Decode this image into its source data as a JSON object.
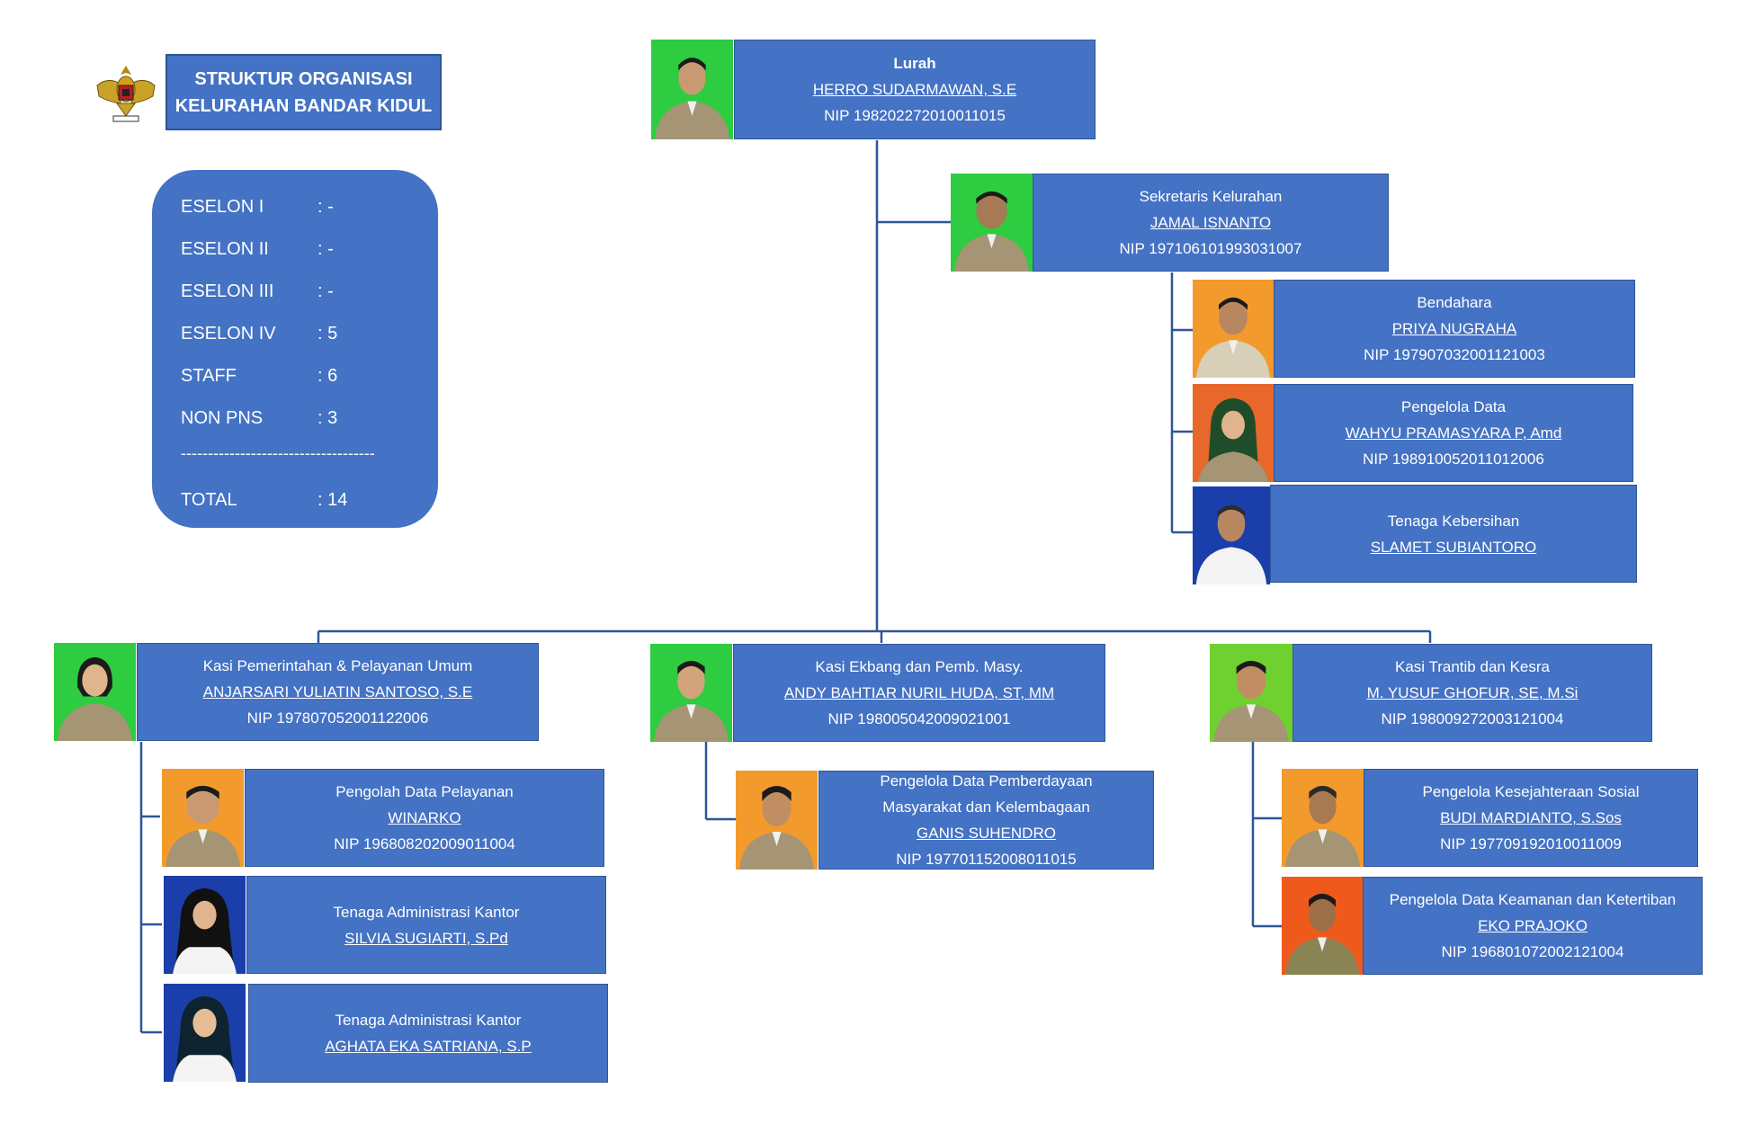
{
  "header": {
    "title_line1": "STRUKTUR ORGANISASI",
    "title_line2": "KELURAHAN BANDAR KIDUL",
    "emblem_icon": "garuda-emblem-icon"
  },
  "summary": {
    "rows": [
      {
        "label": "ESELON I",
        "value": ": -"
      },
      {
        "label": "ESELON II",
        "value": ": -"
      },
      {
        "label": "ESELON III",
        "value": ": -"
      },
      {
        "label": "ESELON IV",
        "value": ": 5"
      },
      {
        "label": "STAFF",
        "value": ": 6"
      },
      {
        "label": "NON PNS",
        "value": ": 3"
      }
    ],
    "divider": "------------------------------------",
    "total_label": "TOTAL",
    "total_value": ": 14"
  },
  "colors": {
    "box": "#4472c4",
    "box_border": "#2f5597",
    "line": "#2f5597",
    "bg_green": "#2ecc40",
    "bg_orange": "#f39a2c",
    "bg_blue": "#1b3faa"
  },
  "people": {
    "lurah": {
      "role": "Lurah",
      "name": "HERRO SUDARMAWAN, S.E",
      "nip": "NIP 198202272010011015"
    },
    "sekretaris": {
      "role": "Sekretaris Kelurahan",
      "name": "JAMAL ISNANTO",
      "nip": "NIP 197106101993031007"
    },
    "bendahara": {
      "role": "Bendahara",
      "name": "PRIYA NUGRAHA",
      "nip": "NIP 197907032001121003"
    },
    "pengelola_data": {
      "role": "Pengelola Data",
      "name": "WAHYU PRAMASYARA P, Amd",
      "nip": "NIP 198910052011012006"
    },
    "kebersihan": {
      "role": "Tenaga Kebersihan",
      "name": "SLAMET SUBIANTORO"
    },
    "kasi_pem": {
      "role": "Kasi Pemerintahan & Pelayanan Umum",
      "name": "ANJARSARI YULIATIN SANTOSO, S.E",
      "nip": "NIP 197807052001122006"
    },
    "kasi_ekbang": {
      "role": "Kasi Ekbang dan Pemb. Masy.",
      "name": "ANDY BAHTIAR NURIL HUDA, ST, MM",
      "nip": "NIP 198005042009021001"
    },
    "kasi_trantib": {
      "role": "Kasi Trantib dan Kesra",
      "name": "M. YUSUF GHOFUR, SE, M.Si",
      "nip": "NIP 198009272003121004"
    },
    "pengolah_pelayanan": {
      "role": "Pengolah Data Pelayanan",
      "name": "WINARKO",
      "nip": "NIP 196808202009011004"
    },
    "admin_1": {
      "role": "Tenaga Administrasi Kantor",
      "name": "SILVIA SUGIARTI, S.Pd"
    },
    "admin_2": {
      "role": "Tenaga Administrasi Kantor",
      "name": "AGHATA EKA SATRIANA, S.P"
    },
    "pengelola_pemberdayaan": {
      "role_line1": "Pengelola Data Pemberdayaan",
      "role_line2": "Masyarakat dan Kelembagaan",
      "name": "GANIS SUHENDRO",
      "nip": "NIP 197701152008011015"
    },
    "pengelola_kesra": {
      "role": "Pengelola Kesejahteraan Sosial",
      "name": "BUDI MARDIANTO, S.Sos",
      "nip": "NIP 197709192010011009"
    },
    "pengelola_keamanan": {
      "role": "Pengelola Data Keamanan dan Ketertiban",
      "name": "EKO PRAJOKO",
      "nip": "NIP 196801072002121004"
    }
  }
}
